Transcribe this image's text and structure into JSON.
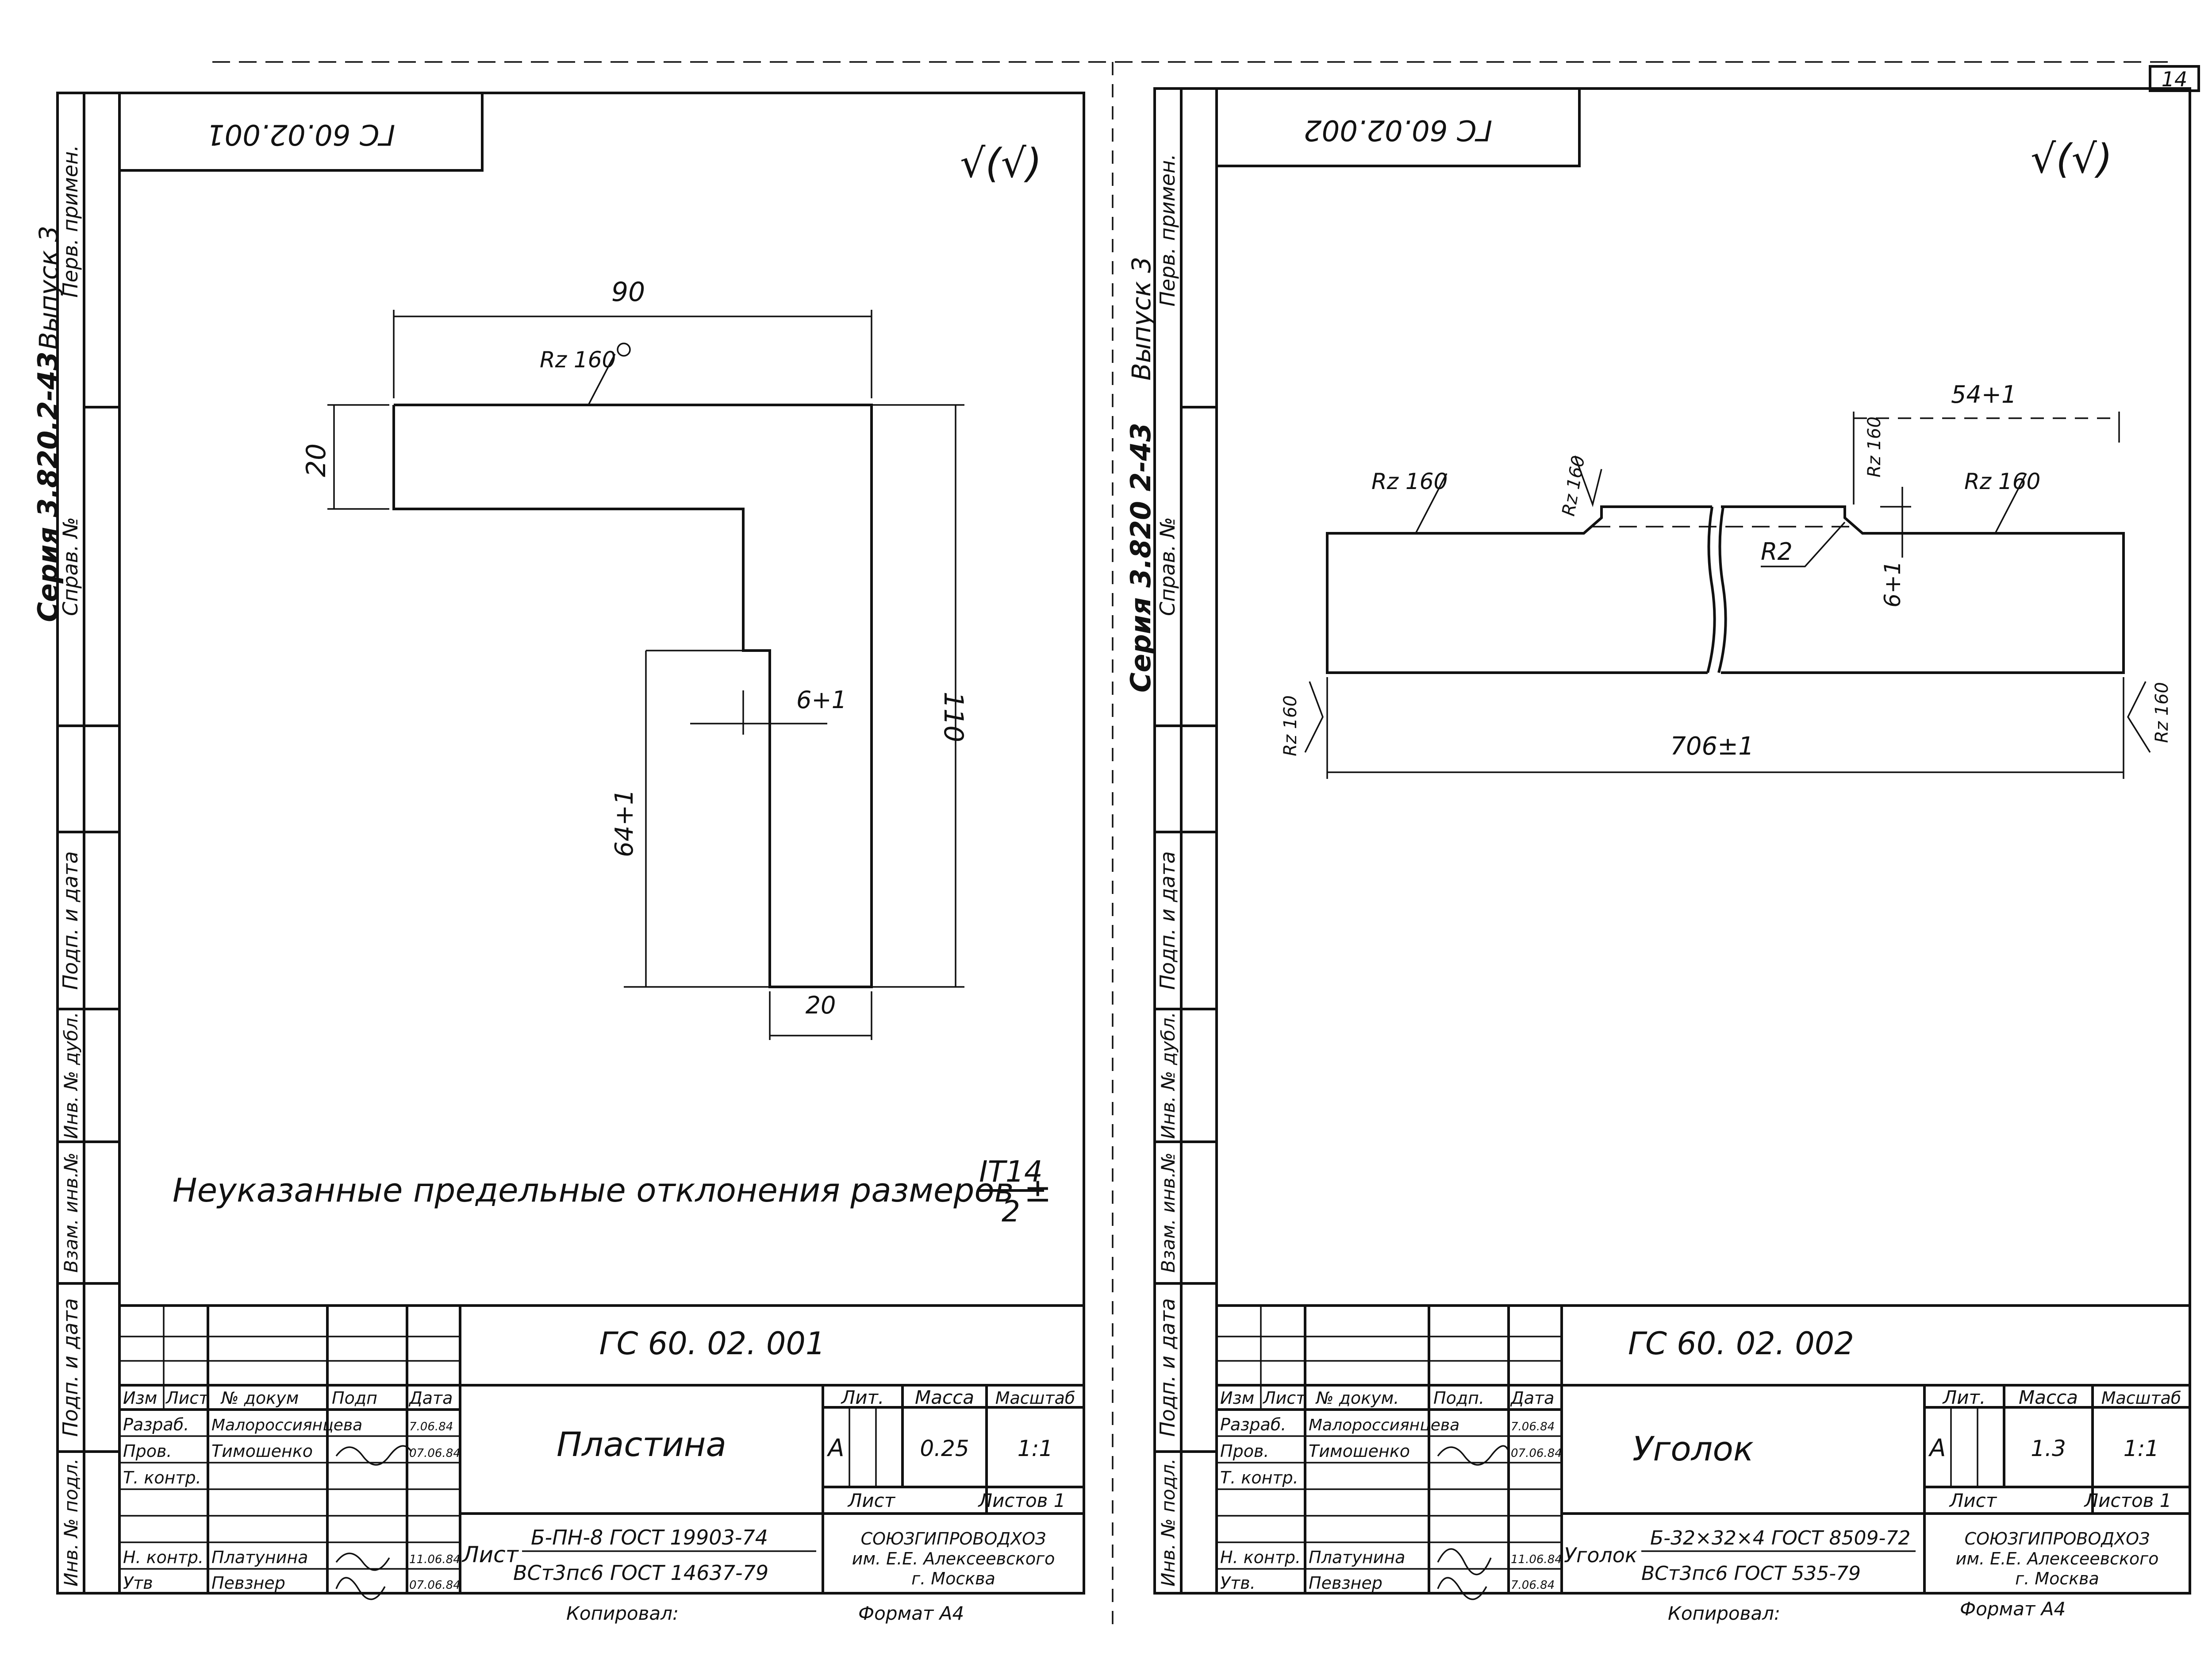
{
  "page_number": "14",
  "surface_symbol": "√(√)",
  "left_sheet": {
    "side_labels": {
      "series": "Серия 3.820.2-43",
      "issue": "Выпуск 3",
      "first_use": "Перв. примен.",
      "reference_no": "Справ. №",
      "sign_date": "Подп. и дата",
      "inv_dup": "Инв. № дубл.",
      "vzam_inv": "Взам. инв.№",
      "sign_date_2": "Подп. и дата",
      "inv_orig": "Инв. № подл."
    },
    "stamp_code_rotated": "ГС 60.02.001",
    "dimensions": {
      "width_top": "90",
      "rz": "Rz 160",
      "height_top": "20",
      "tolerance_6": "6+1",
      "height_lower": "64+1",
      "height_total": "110",
      "width_bottom": "20"
    },
    "note": "Неуказанные предельные отклонения размеров ±",
    "note_fraction_num": "IT14",
    "note_fraction_den": "2",
    "title_block": {
      "doc_code": "ГС 60. 02. 001",
      "col_izm": "Изм",
      "col_list": "Лист",
      "col_dokum": "№ докум",
      "col_podp": "Подп",
      "col_data": "Дата",
      "razrab_label": "Разраб.",
      "razrab_name": "Малороссиянцева",
      "razrab_date": "7.06.84",
      "prov_label": "Пров.",
      "prov_name": "Тимошенко",
      "prov_date": "07.06.84",
      "tkontr_label": "Т. контр.",
      "nkontr_label": "Н. контр.",
      "nkontr_name": "Платунина",
      "nkontr_date": "11.06.84",
      "utv_label": "Утв",
      "utv_name": "Певзнер",
      "utv_date": "07.06.84",
      "product_name": "Пластина",
      "lit_label": "Лит.",
      "massa_label": "Масса",
      "masshtab_label": "Масштаб",
      "lit_value": "А",
      "massa_value": "0.25",
      "masshtab_value": "1:1",
      "list_label": "Лист",
      "listov_label": "Листов 1",
      "material_prefix": "Лист",
      "material_line1": "Б-ПН-8 ГОСТ 19903-74",
      "material_line2": "ВСт3пс6 ГОСТ 14637-79",
      "org_line1": "СОЮЗГИПРОВОДХОЗ",
      "org_line2": "им. Е.Е. Алексеевского",
      "org_line3": "г. Москва"
    },
    "copied_by": "Копировал:",
    "format": "Формат А4"
  },
  "right_sheet": {
    "side_labels": {
      "series": "Серия 3.820 2-43",
      "issue": "Выпуск 3",
      "first_use": "Перв. примен.",
      "reference_no": "Справ. №",
      "sign_date": "Подп. и дата",
      "inv_dup": "Инв. № дубл.",
      "vzam_inv": "Взам. инв.№",
      "sign_date_2": "Подп. и дата",
      "inv_orig": "Инв. № подл."
    },
    "stamp_code_rotated": "ГС 60.02.002",
    "dimensions": {
      "notch_len": "54+1",
      "rz": "Rz 160",
      "radius": "R2",
      "notch_depth": "6+1",
      "length": "706±1"
    },
    "title_block": {
      "doc_code": "ГС 60. 02. 002",
      "col_izm": "Изм",
      "col_list": "Лист",
      "col_dokum": "№ докум.",
      "col_podp": "Подп.",
      "col_data": "Дата",
      "razrab_label": "Разраб.",
      "razrab_name": "Малороссиянцева",
      "razrab_date": "7.06.84",
      "prov_label": "Пров.",
      "prov_name": "Тимошенко",
      "prov_date": "07.06.84",
      "tkontr_label": "Т. контр.",
      "nkontr_label": "Н. контр.",
      "nkontr_name": "Платунина",
      "nkontr_date": "11.06.84",
      "utv_label": "Утв.",
      "utv_name": "Певзнер",
      "utv_date": "7.06.84",
      "product_name": "Уголок",
      "lit_label": "Лит.",
      "massa_label": "Масса",
      "masshtab_label": "Масштаб",
      "lit_value": "А",
      "massa_value": "1.3",
      "masshtab_value": "1:1",
      "list_label": "Лист",
      "listov_label": "Листов 1",
      "material_prefix": "Уголок",
      "material_line1": "Б-32×32×4 ГОСТ 8509-72",
      "material_line2": "ВСт3пс6 ГОСТ 535-79",
      "org_line1": "СОЮЗГИПРОВОДХОЗ",
      "org_line2": "им. Е.Е. Алексеевского",
      "org_line3": "г. Москва"
    },
    "copied_by": "Копировал:",
    "format": "Формат А4"
  }
}
